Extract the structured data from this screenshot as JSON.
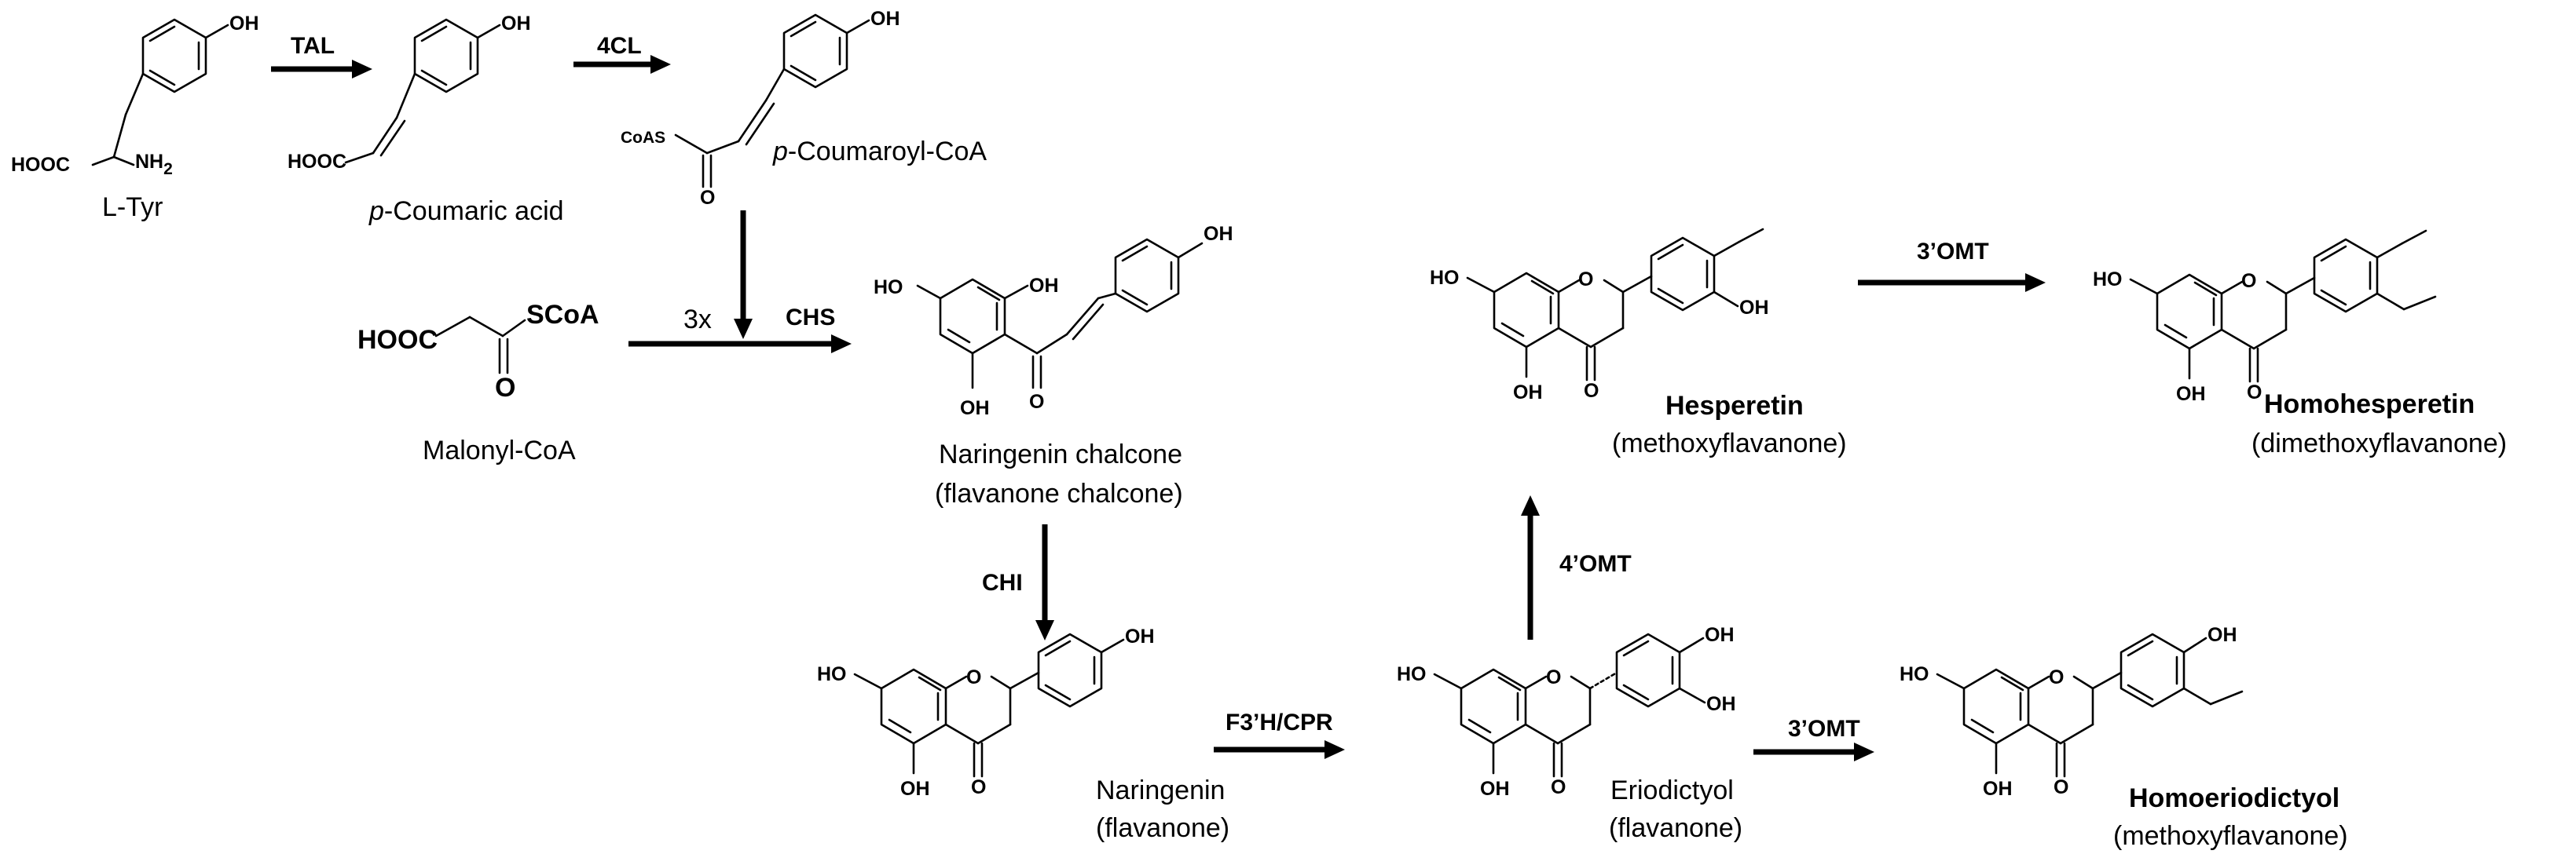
{
  "compounds": {
    "tyr": {
      "name": "L-Tyr"
    },
    "coumaric": {
      "italic_prefix": "p",
      "name": "-Coumaric acid"
    },
    "coumaroyl_coa": {
      "italic_prefix": "p",
      "name": "-Coumaroyl-CoA"
    },
    "malonyl_coa": {
      "name": "Malonyl-CoA"
    },
    "chalcone": {
      "name": "Naringenin chalcone",
      "class": "(flavanone chalcone)"
    },
    "naringenin": {
      "name": "Naringenin",
      "class": "(flavanone)"
    },
    "eriodictyol": {
      "name": "Eriodictyol",
      "class": "(flavanone)"
    },
    "homoeriodictyol": {
      "name": "Homoeriodictyol",
      "class": "(methoxyflavanone)"
    },
    "hesperetin": {
      "name": "Hesperetin",
      "class": "(methoxyflavanone)"
    },
    "homohesperetin": {
      "name": "Homohesperetin",
      "class": "(dimethoxyflavanone)"
    }
  },
  "enzymes": {
    "tal": "TAL",
    "fourcl": "4CL",
    "chs": "CHS",
    "chs_multiplier": "3x",
    "chi": "CHI",
    "f3h": "F3’H/CPR",
    "omt3_a": "3’OMT",
    "omt4": "4’OMT",
    "omt3_b": "3’OMT"
  },
  "atoms": {
    "oh": "OH",
    "ho": "HO",
    "o": "O",
    "hooc": "HOOC",
    "nh2": "NH",
    "nh2_sub": "2",
    "coas": "CoAS",
    "scoa": "SCoA"
  }
}
